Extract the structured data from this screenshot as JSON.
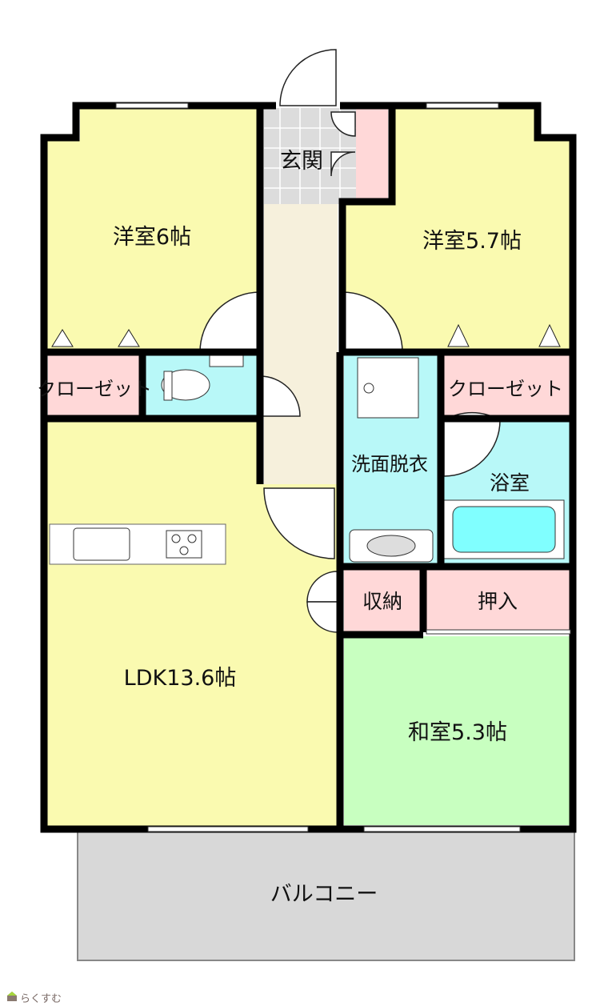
{
  "rooms": {
    "western_room_1": "洋室6帖",
    "western_room_2": "洋室5.7帖",
    "entrance": "玄関",
    "closet_left": "クローゼット",
    "closet_right": "クローゼット",
    "washroom": "洗面脱衣",
    "bathroom": "浴室",
    "storage": "収納",
    "oshiire": "押入",
    "ldk": "LDK13.6帖",
    "japanese_room": "和室5.3帖",
    "balcony": "バルコニー"
  },
  "logo": "らくすむ",
  "colors": {
    "western": "#fafab0",
    "wet": "#b8f8f8",
    "storage": "#ffd8d8",
    "japanese": "#c8ffc0",
    "hall": "#f6f0dc",
    "entrance": "#dcdcdc",
    "balcony": "#d8d8d8",
    "tub": "#80ffff"
  }
}
